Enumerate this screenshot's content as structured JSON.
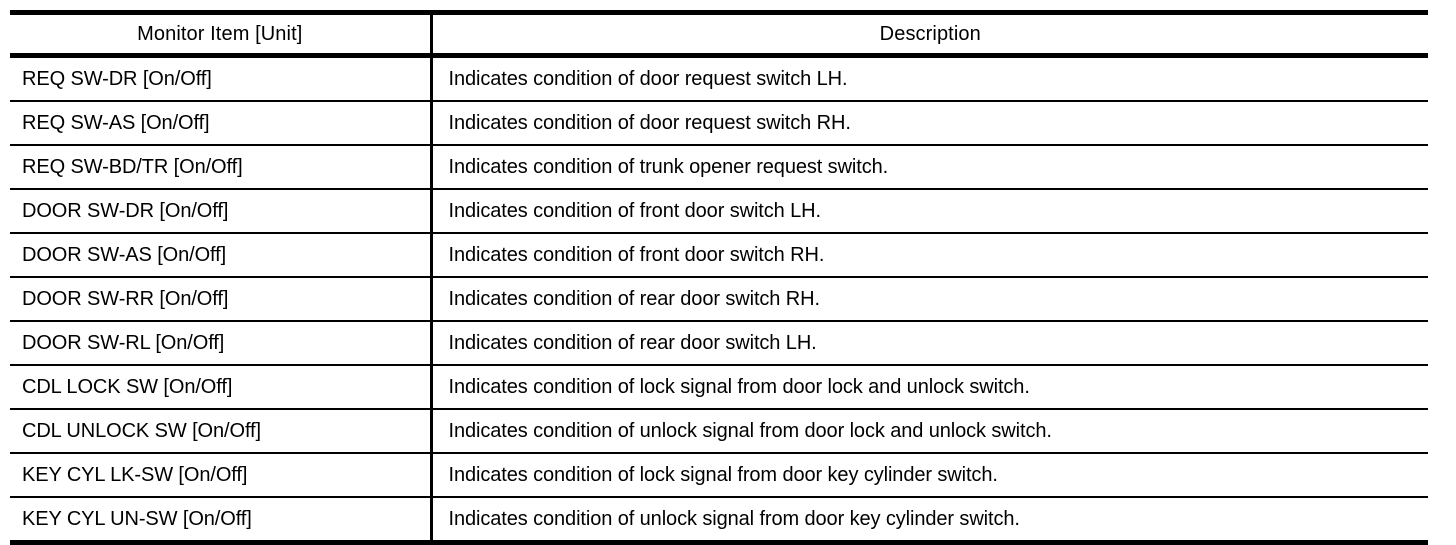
{
  "table": {
    "columns": [
      {
        "key": "item",
        "label": "Monitor Item [Unit]",
        "align": "center"
      },
      {
        "key": "description",
        "label": "Description",
        "align": "center"
      }
    ],
    "rows": [
      {
        "item": "REQ SW-DR [On/Off]",
        "description": "Indicates condition of door request switch LH."
      },
      {
        "item": "REQ SW-AS [On/Off]",
        "description": "Indicates condition of door request switch RH."
      },
      {
        "item": "REQ SW-BD/TR [On/Off]",
        "description": "Indicates condition of trunk opener request switch."
      },
      {
        "item": "DOOR SW-DR [On/Off]",
        "description": "Indicates condition of front door switch LH."
      },
      {
        "item": "DOOR SW-AS [On/Off]",
        "description": "Indicates condition of front door switch RH."
      },
      {
        "item": "DOOR SW-RR [On/Off]",
        "description": "Indicates condition of rear door switch RH."
      },
      {
        "item": "DOOR SW-RL [On/Off]",
        "description": "Indicates condition of rear door switch LH."
      },
      {
        "item": "CDL LOCK SW [On/Off]",
        "description": "Indicates condition of lock signal from door lock and unlock switch."
      },
      {
        "item": "CDL UNLOCK SW [On/Off]",
        "description": "Indicates condition of unlock signal from door lock and unlock switch."
      },
      {
        "item": "KEY CYL LK-SW [On/Off]",
        "description": "Indicates condition of lock signal from door key cylinder switch."
      },
      {
        "item": "KEY CYL UN-SW [On/Off]",
        "description": "Indicates condition of unlock signal from door key cylinder switch."
      }
    ]
  },
  "colors": {
    "text": "#000000",
    "background": "#ffffff",
    "rule": "#000000"
  }
}
